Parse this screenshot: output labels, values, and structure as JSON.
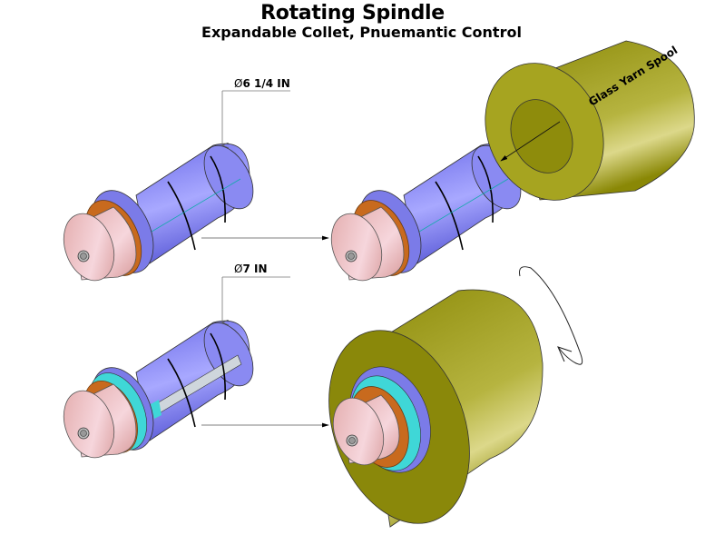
{
  "title": "Rotating Spindle",
  "subtitle": "Expandable Collet, Pnuemantic Control",
  "dimensions": {
    "collapsed": {
      "symbol": "Ø",
      "value": "6 1/4 IN"
    },
    "expanded": {
      "symbol": "Ø",
      "value": "7 IN"
    }
  },
  "spool_label": "Glass Yarn Spool",
  "colors": {
    "collet_blue": "#7f7ff0",
    "hub_pink": "#e8b4b4",
    "ring_orange": "#c86a1e",
    "segment_cyan": "#3fd7d7",
    "spool_olive": "#9c9a10"
  },
  "icons": [
    "rotation-arrow-icon",
    "motion-arrow-icon"
  ]
}
